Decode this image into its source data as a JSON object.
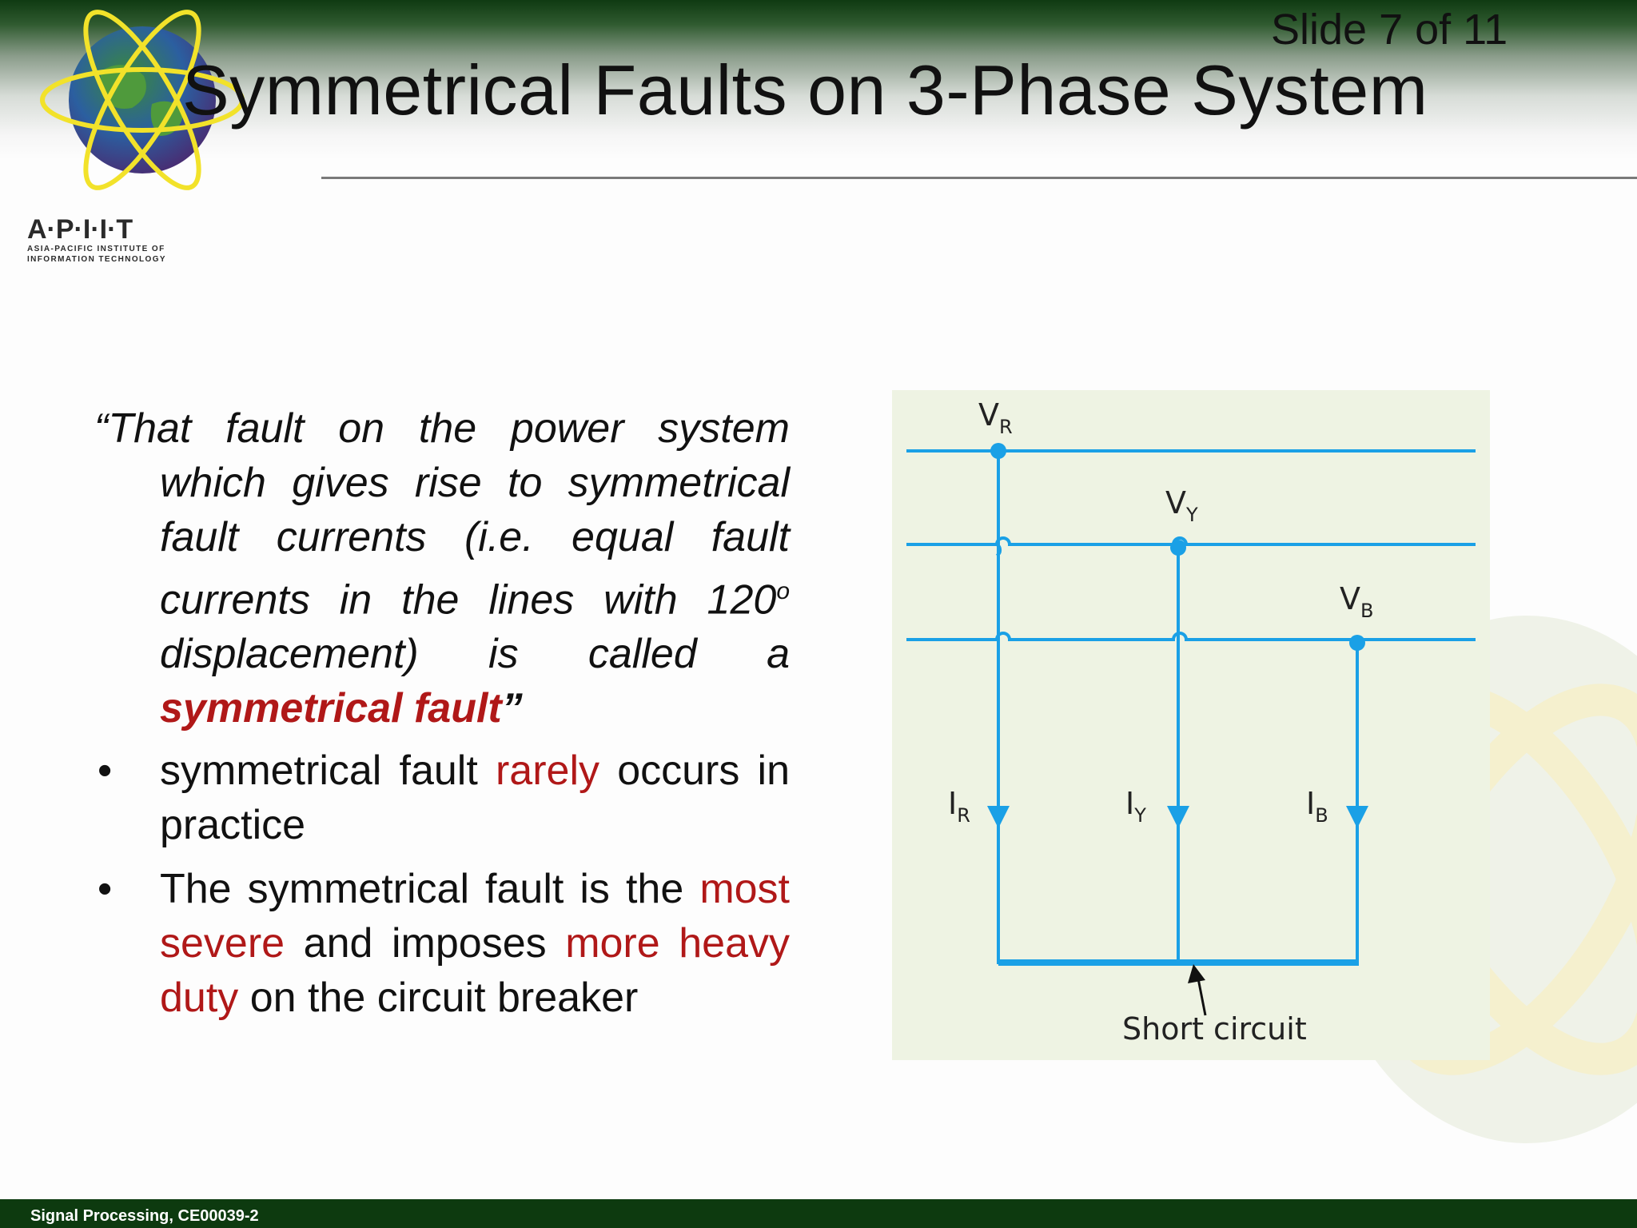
{
  "title": "Symmetrical Faults on 3-Phase System",
  "logo": {
    "wordmark": "A·P·I·I·T",
    "line1": "ASIA-PACIFIC INSTITUTE OF",
    "line2": "INFORMATION TECHNOLOGY"
  },
  "quote": {
    "open": "“That fault on the power system which gives rise to symmetrical fault currents (i.e. equal fault currents in the lines with 120",
    "sup": "o",
    "mid": " displacement) is called a ",
    "highlight": "symmetrical fault",
    "close": "”"
  },
  "bullets": [
    {
      "bullet": "•",
      "t1": "symmetrical fault ",
      "r1": "rarely",
      "t2": " occurs in practice"
    },
    {
      "bullet": "•",
      "t1": "The symmetrical fault is the ",
      "r1": "most severe",
      "t2": " and imposes ",
      "r2": "more heavy duty",
      "t3": " on the circuit breaker"
    }
  ],
  "diagram": {
    "vr": "V",
    "vr_sub": "R",
    "vy": "V",
    "vy_sub": "Y",
    "vb": "V",
    "vb_sub": "B",
    "ir": "I",
    "ir_sub": "R",
    "iy": "I",
    "iy_sub": "Y",
    "ib": "I",
    "ib_sub": "B",
    "short_circuit": "Short circuit"
  },
  "footer": {
    "course": "Signal Processing, CE00039-2",
    "slide": "Slide 7 of 11"
  },
  "colors": {
    "accent_red": "#b01818",
    "line_blue": "#1aa0e6",
    "footer_green": "#0d3a0f"
  }
}
